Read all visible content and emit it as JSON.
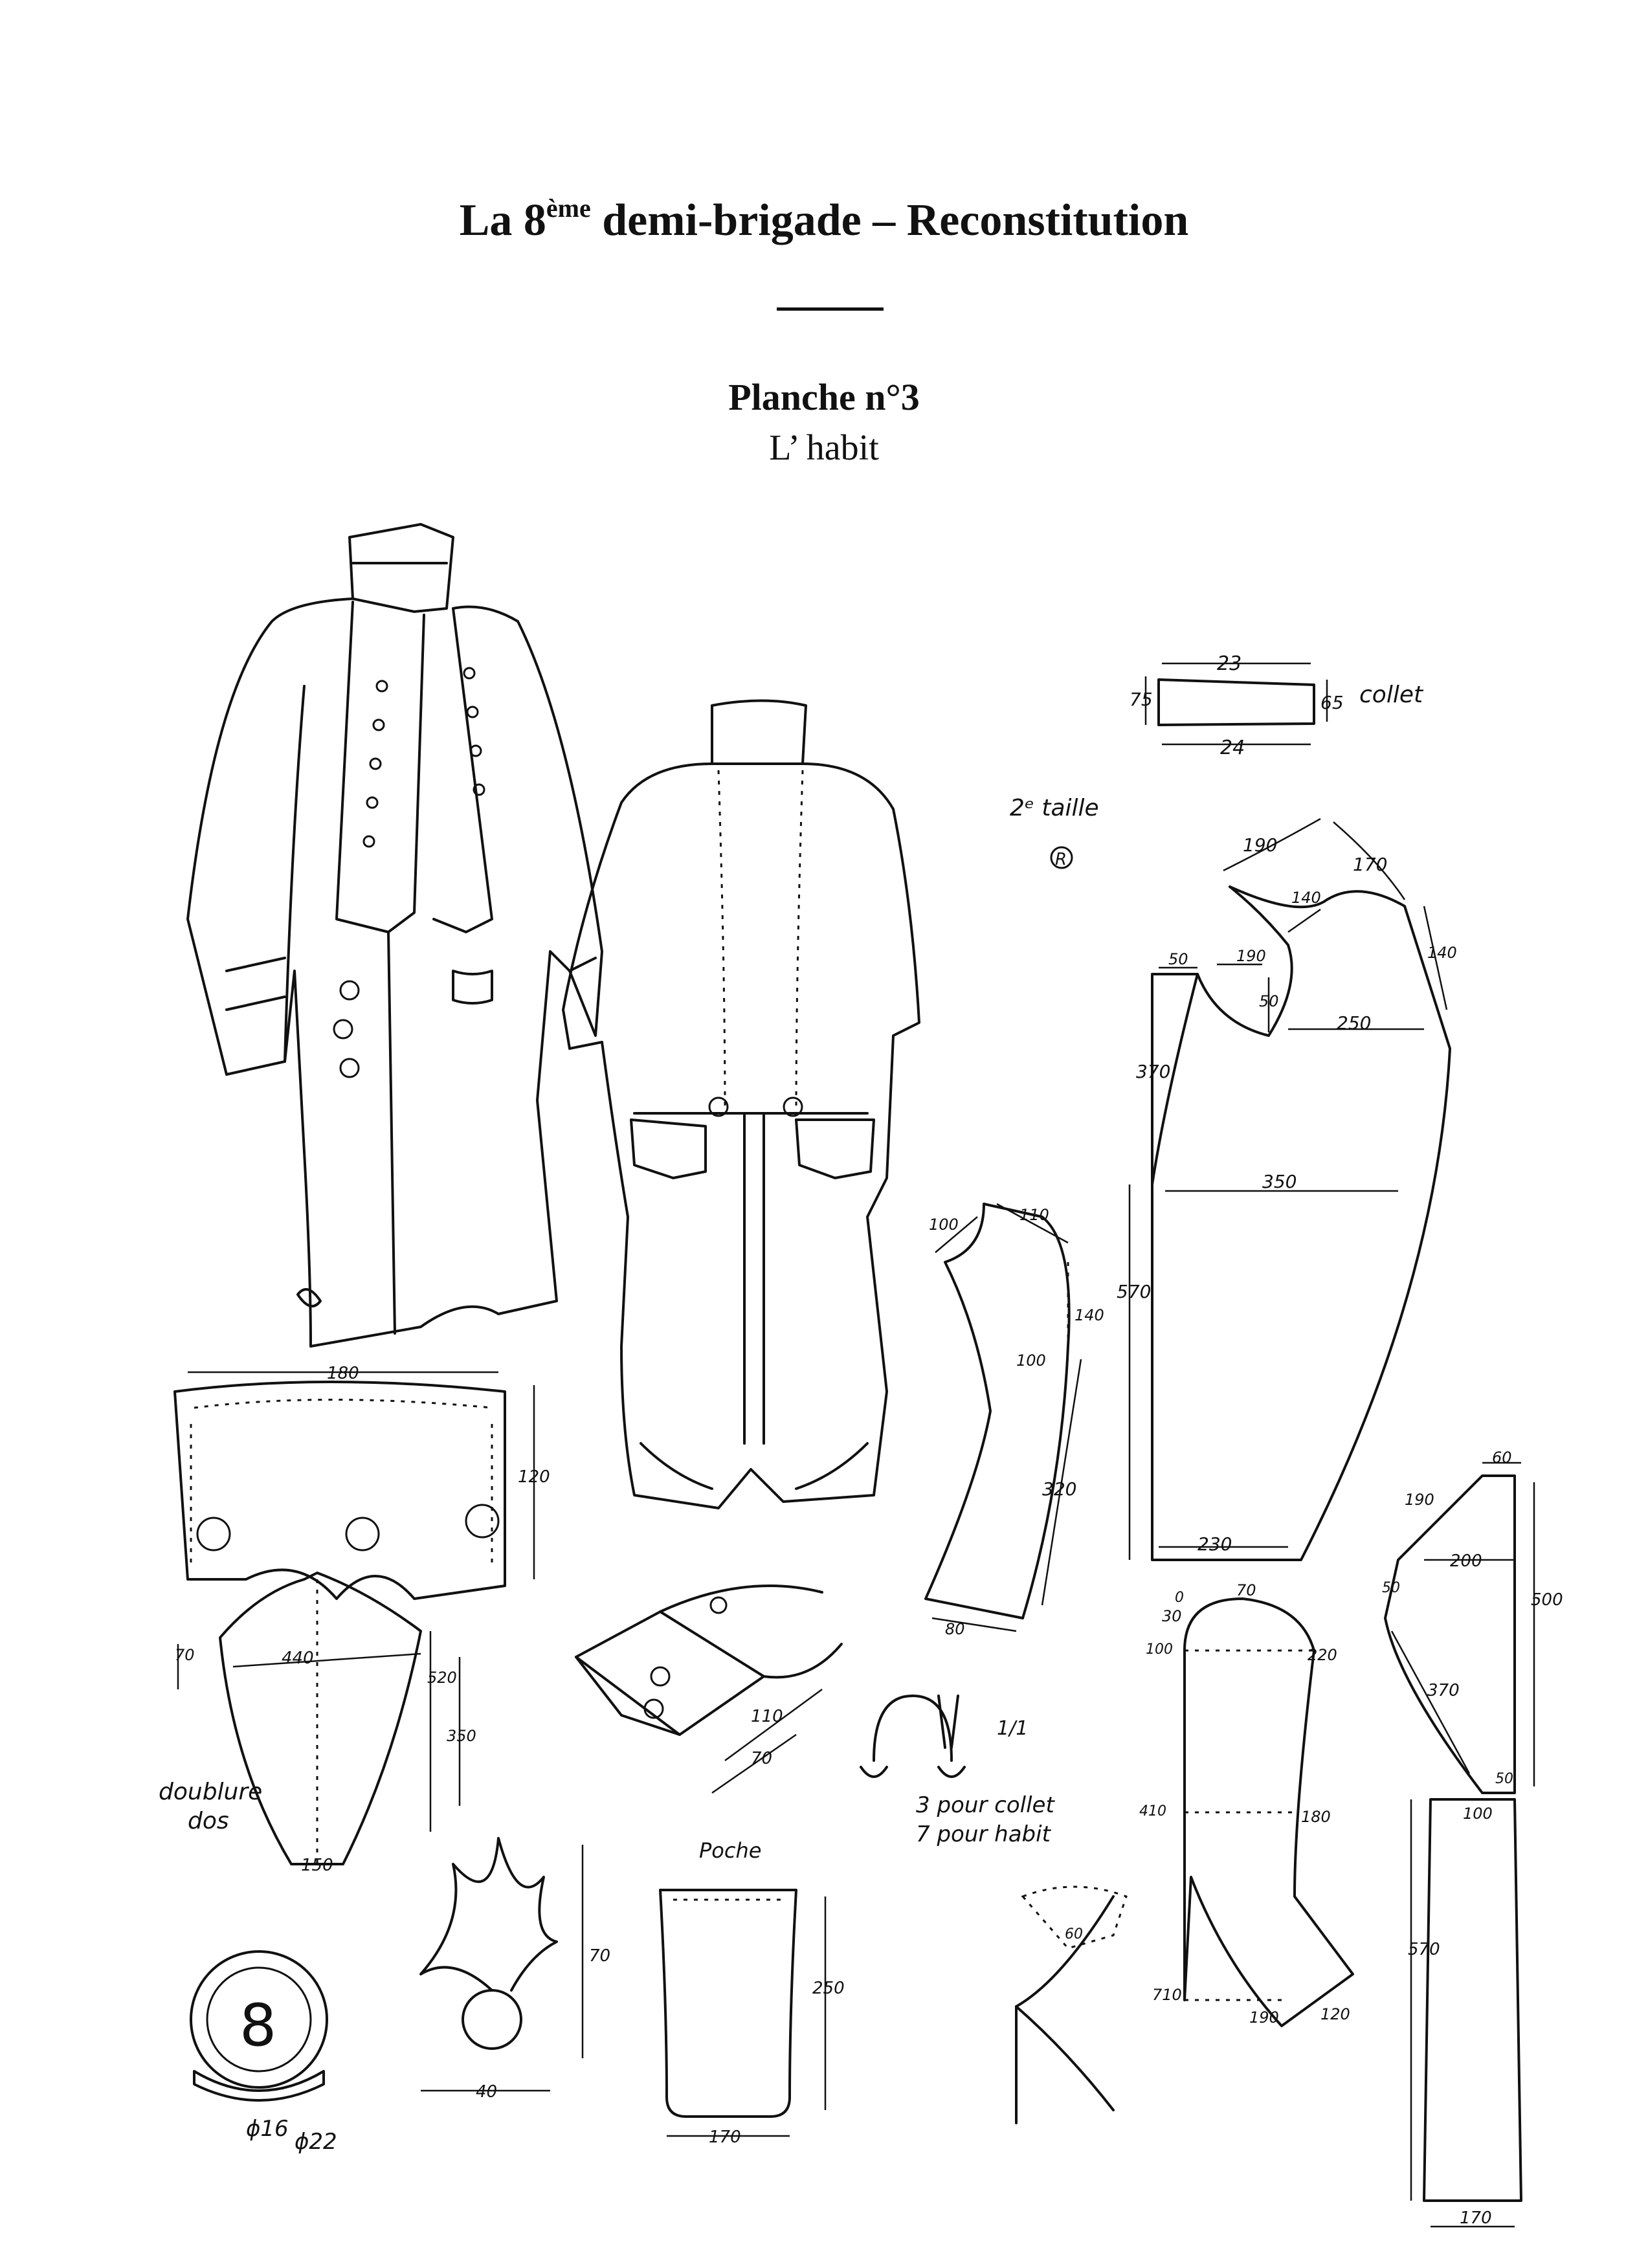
{
  "header": {
    "title_prefix": "La 8",
    "title_sup": "ème",
    "title_suffix": " demi-brigade – Reconstitution",
    "plate": "Planche n°3",
    "subject": "L’ habit"
  },
  "annotations": {
    "collet": "collet",
    "taille": "2ᵉ taille",
    "taille_mark": "R",
    "doublure_1": "doublure",
    "doublure_2": "dos",
    "poche": "Poche",
    "scale": "1/1",
    "hooks_1": "3 pour collet",
    "hooks_2": "7 pour habit",
    "button_number": "8",
    "diam_1": "ϕ16",
    "diam_2": "ϕ22"
  },
  "dimensions": {
    "collet_top": "23",
    "collet_bottom": "24",
    "collet_left": "75",
    "collet_right": "65",
    "front_190": "190",
    "front_170": "170",
    "front_140a": "140",
    "front_140b": "140",
    "front_50": "50",
    "front_190b": "190",
    "front_50b": "50",
    "front_250": "250",
    "front_370": "370",
    "front_350": "350",
    "front_570": "570",
    "front_230": "230",
    "revers_100": "100",
    "revers_110": "110",
    "revers_140": "140",
    "revers_100b": "100",
    "revers_320": "320",
    "revers_80": "80",
    "pan_180": "180",
    "pan_120": "120",
    "lining_70": "70",
    "lining_440": "440",
    "lining_520": "520",
    "lining_350": "350",
    "lining_150": "150",
    "cuff_110": "110",
    "cuff_70": "70",
    "sleeve_0": "0",
    "sleeve_70": "70",
    "sleeve_30": "30",
    "sleeve_100": "100",
    "sleeve_220": "220",
    "sleeve_410": "410",
    "sleeve_180": "180",
    "sleeve_710": "710",
    "sleeve_190": "190",
    "sleeve_120": "120",
    "sleeve_60": "60",
    "back_60": "60",
    "back_190": "190",
    "back_200": "200",
    "back_50": "50",
    "back_500": "500",
    "back_370": "370",
    "back_50b": "50",
    "back_100": "100",
    "back_570": "570",
    "back_170": "170",
    "grenade_70": "70",
    "grenade_40": "40",
    "poche_250": "250",
    "poche_170": "170"
  }
}
